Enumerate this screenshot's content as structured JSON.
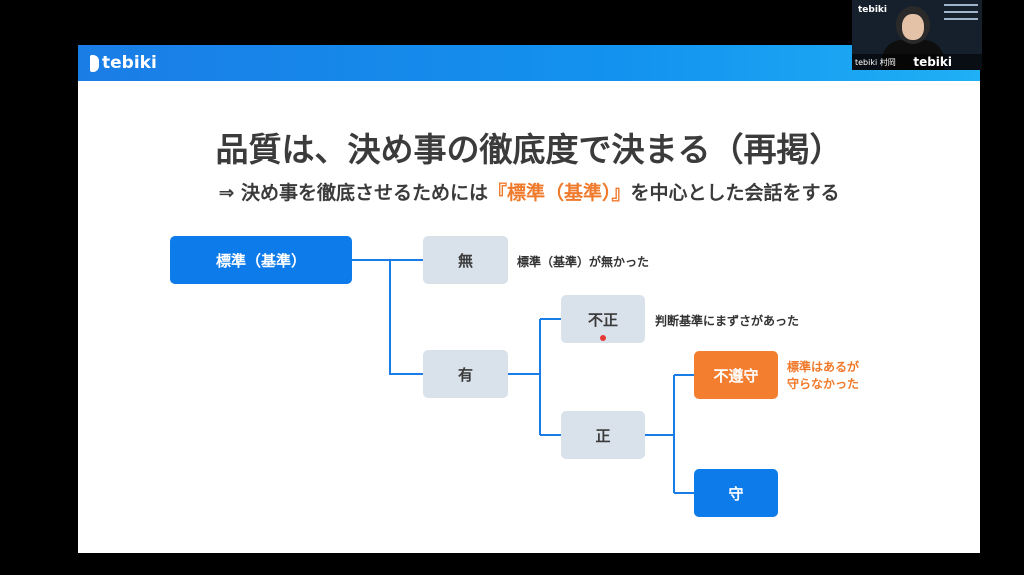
{
  "header": {
    "brand": "tebiki"
  },
  "slide": {
    "title": "品質は、決め事の徹底度で決まる（再掲）",
    "subtitle_prefix": "⇒ 決め事を徹底させるためには",
    "subtitle_accent": "『標準（基準）』",
    "subtitle_suffix": "を中心とした会話をする"
  },
  "diagram": {
    "root": "標準（基準）",
    "none": "無",
    "none_note": "標準（基準）が無かった",
    "exists": "有",
    "incorrect": "不正",
    "incorrect_note": "判断基準にまずさがあった",
    "correct": "正",
    "not_followed": "不遵守",
    "not_followed_note_line1": "標準はあるが",
    "not_followed_note_line2": "守らなかった",
    "followed": "守"
  },
  "webcam": {
    "logo": "tebiki",
    "name_label": "tebiki 村岡",
    "overlay_logo": "tebiki"
  },
  "colors": {
    "blue": "#0d7bea",
    "gray_box": "#d9e1ea",
    "orange": "#f37e30",
    "line": "#1a7de6"
  }
}
